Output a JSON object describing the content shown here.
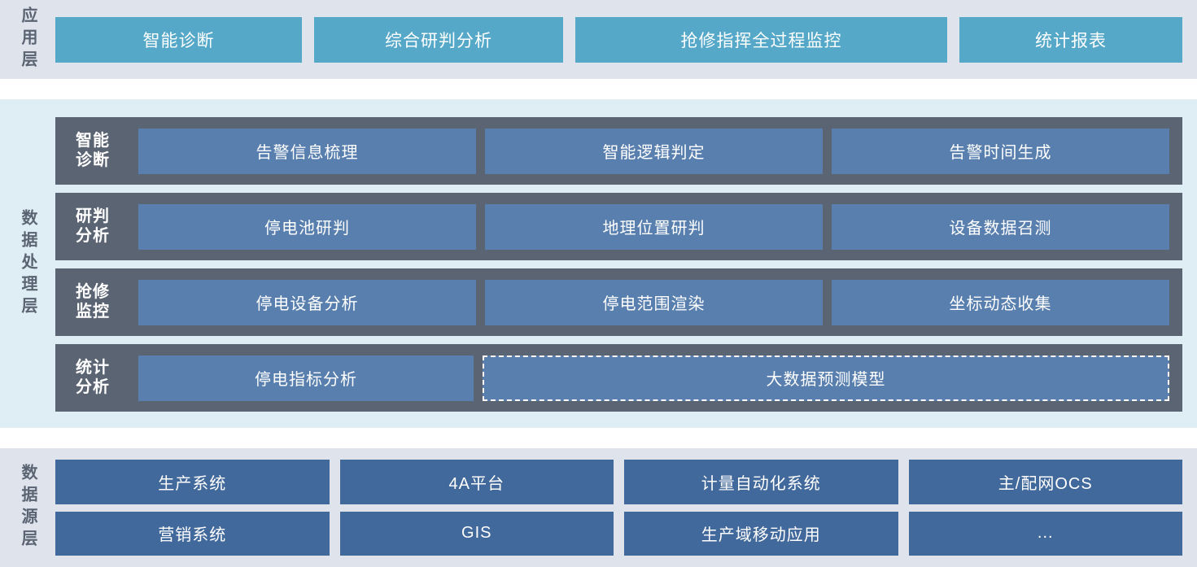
{
  "colors": {
    "app_layer_bg": "#dee3ec",
    "app_box": "#55a8c8",
    "proc_layer_bg": "#dfedf4",
    "proc_row_bg": "#5b6473",
    "proc_cell": "#587fae",
    "src_layer_bg": "#dee3ec",
    "src_box": "#42699b",
    "text_on_fill": "#ffffff",
    "layer_title_text": "#5b6473",
    "page_bg": "#ffffff"
  },
  "application_layer": {
    "title": "应用层",
    "boxes": [
      {
        "label": "智能诊断"
      },
      {
        "label": "综合研判分析"
      },
      {
        "label": "抢修指挥全过程监控"
      },
      {
        "label": "统计报表"
      }
    ]
  },
  "data_processing_layer": {
    "title": "数据处理层",
    "rows": [
      {
        "label_line1": "智能",
        "label_line2": "诊断",
        "cells": [
          {
            "label": "告警信息梳理",
            "dashed": false
          },
          {
            "label": "智能逻辑判定",
            "dashed": false
          },
          {
            "label": "告警时间生成",
            "dashed": false
          }
        ]
      },
      {
        "label_line1": "研判",
        "label_line2": "分析",
        "cells": [
          {
            "label": "停电池研判",
            "dashed": false
          },
          {
            "label": "地理位置研判",
            "dashed": false
          },
          {
            "label": "设备数据召测",
            "dashed": false
          }
        ]
      },
      {
        "label_line1": "抢修",
        "label_line2": "监控",
        "cells": [
          {
            "label": "停电设备分析",
            "dashed": false
          },
          {
            "label": "停电范围渲染",
            "dashed": false
          },
          {
            "label": "坐标动态收集",
            "dashed": false
          }
        ]
      },
      {
        "label_line1": "统计",
        "label_line2": "分析",
        "cells": [
          {
            "label": "停电指标分析",
            "dashed": false
          },
          {
            "label": "大数据预测模型",
            "dashed": true
          }
        ]
      }
    ]
  },
  "data_source_layer": {
    "title": "数据源层",
    "rows": [
      [
        {
          "label": "生产系统"
        },
        {
          "label": "4A平台"
        },
        {
          "label": "计量自动化系统"
        },
        {
          "label": "主/配网OCS"
        }
      ],
      [
        {
          "label": "营销系统"
        },
        {
          "label": "GIS"
        },
        {
          "label": "生产域移动应用"
        },
        {
          "label": "..."
        }
      ]
    ]
  }
}
